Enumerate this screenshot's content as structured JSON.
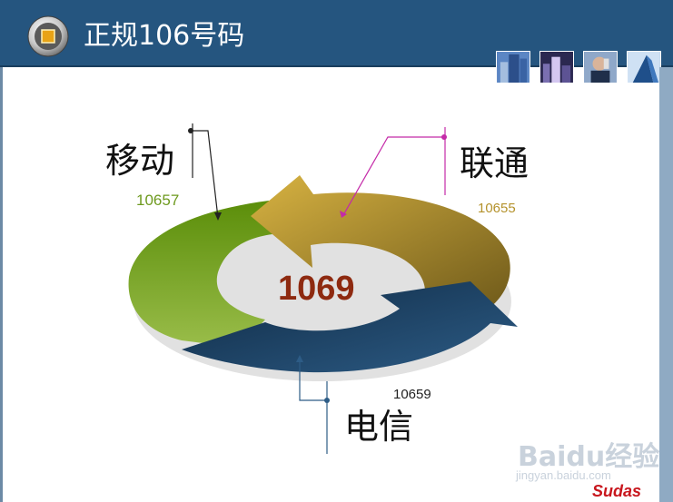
{
  "header": {
    "title": "正规106号码",
    "thumbnails": [
      "building-photo",
      "city-photo",
      "phone-person-photo",
      "skyscraper-photo"
    ]
  },
  "diagram": {
    "center_label": "1069",
    "segments": [
      {
        "name": "移动",
        "code": "10657",
        "color": "#6e9a1f"
      },
      {
        "name": "联通",
        "code": "10655",
        "color": "#b4922c"
      },
      {
        "name": "电信",
        "code": "10659",
        "color": "#1d3f62"
      }
    ]
  },
  "watermark": {
    "brand": "Baidu经验",
    "url": "jingyan.baidu.com"
  },
  "author": "Sudas",
  "colors": {
    "header": "#25557f",
    "accent_red": "#8e2a10",
    "mobile_green": "#6e9a1f",
    "unicom_gold": "#b4922c",
    "telecom_blue": "#1d3f62"
  }
}
